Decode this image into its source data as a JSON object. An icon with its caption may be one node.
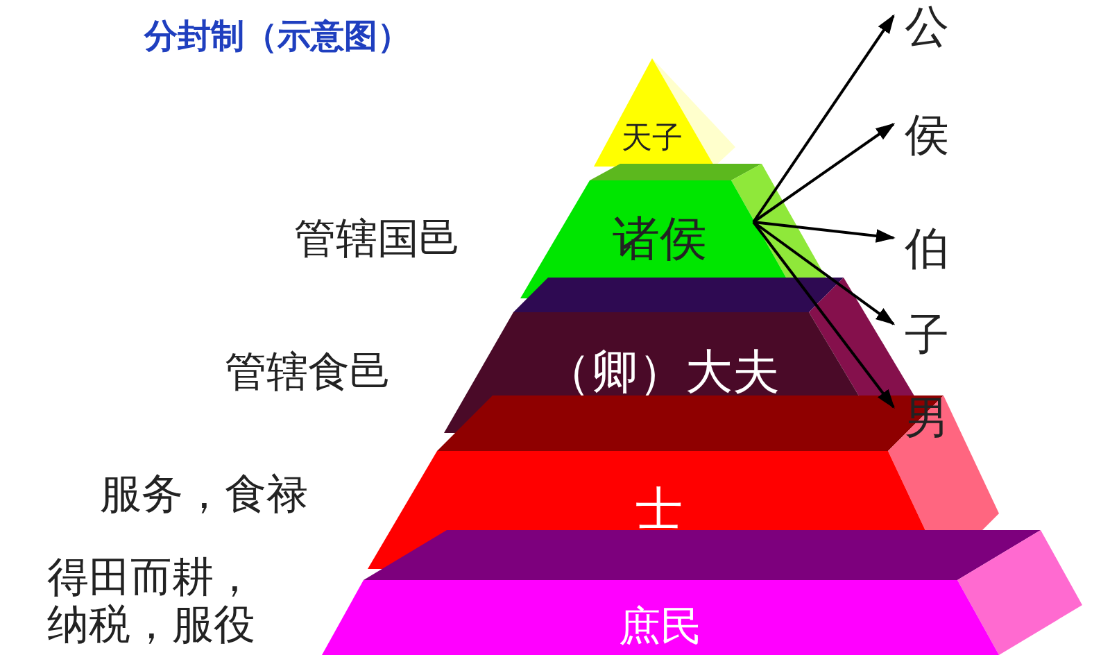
{
  "diagram": {
    "title": "分封制（示意图）",
    "nodes": [
      {
        "text": [
          "天子"
        ]
      },
      {
        "text": [
          "诸侯"
        ],
        "beside": [
          "管辖国邑"
        ]
      },
      {
        "text": [
          "（卿）大夫"
        ],
        "beside": [
          "管辖食邑"
        ]
      },
      {
        "text": [
          "士"
        ],
        "beside": [
          "服务，食禄"
        ]
      },
      {
        "text": [
          "庶民"
        ],
        "beside": [
          "得田而耕，纳税，服役"
        ]
      },
      {
        "text": [
          "公"
        ]
      },
      {
        "text": [
          "侯"
        ]
      },
      {
        "text": [
          "伯"
        ]
      },
      {
        "text": [
          "子"
        ]
      },
      {
        "text": [
          "男"
        ]
      }
    ],
    "edges": [
      {
        "from": 1,
        "to": 5,
        "arrow": "to"
      },
      {
        "from": 1,
        "to": 6,
        "arrow": "to"
      },
      {
        "from": 1,
        "to": 7,
        "arrow": "to"
      },
      {
        "from": 1,
        "to": 8,
        "arrow": "to"
      },
      {
        "from": 1,
        "to": 9,
        "arrow": "to"
      }
    ]
  }
}
